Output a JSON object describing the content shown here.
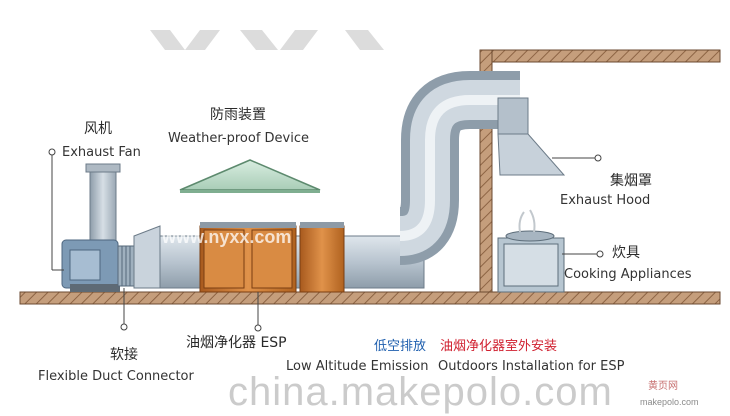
{
  "labels": {
    "fan_cn": "风机",
    "fan_en": "Exhaust Fan",
    "rain_cn": "防雨装置",
    "rain_en": "Weather-proof Device",
    "hood_cn": "集烟罩",
    "hood_en": "Exhaust Hood",
    "cook_cn": "炊具",
    "cook_en": "Cooking Appliances",
    "flex_cn": "软接",
    "flex_en": "Flexible Duct Connector",
    "esp_cn": "油烟净化器 ESP",
    "low_cn": "低空排放",
    "low_en": "Low Altitude Emission",
    "out_cn": "油烟净化器室外安装",
    "out_en": "Outdoors Installation for ESP"
  },
  "watermarks": {
    "site": "china.makepolo.com",
    "mid": "www.nyxx.com",
    "corner_top": "黄页网",
    "corner_bottom": "makepolo.com"
  },
  "colors": {
    "duct": "#b8c4cf",
    "esp": "#c8742e",
    "ground": "#a07a58",
    "leader": "#444444",
    "accent_red": "#d0202f",
    "accent_blue": "#1f5fae"
  }
}
